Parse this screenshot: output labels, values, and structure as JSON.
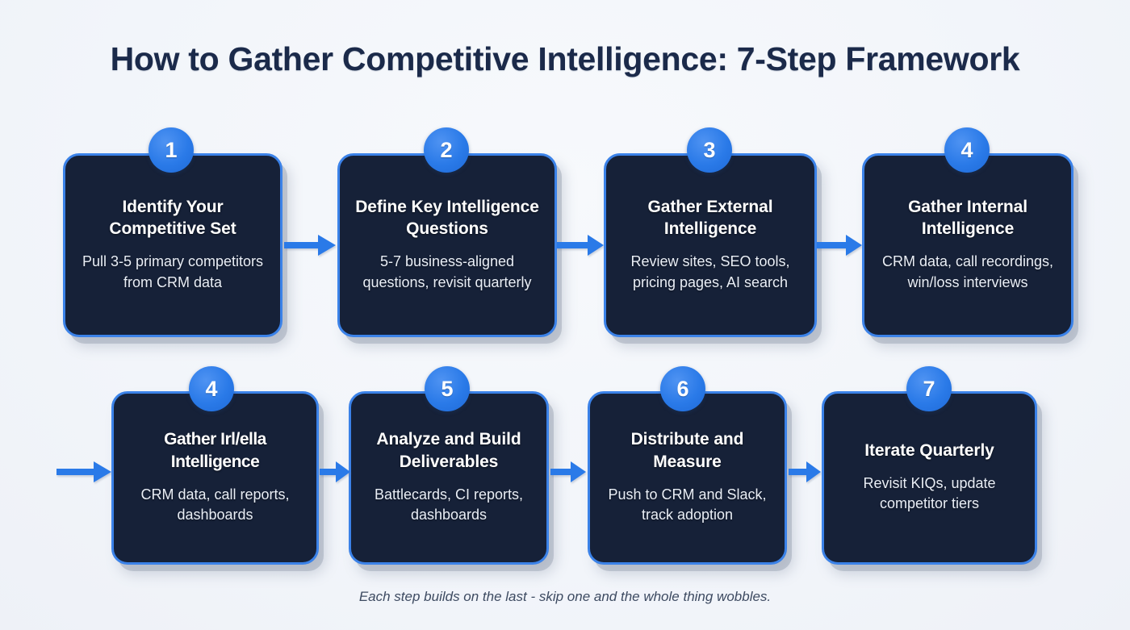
{
  "title": "How to Gather Competitive Intelligence: 7-Step Framework",
  "footer": "Each step builds on the last - skip one and the whole thing wobbles.",
  "colors": {
    "background": "#f4f6fa",
    "card_fill": "#162138",
    "card_border": "#3b82e8",
    "accent_blue": "#2a7ae8",
    "title_navy": "#1b2a4a",
    "card_text": "#ffffff",
    "card_desc_text": "#e9eef6",
    "footer_text": "#3d4a61",
    "shadow_grey": "#96a0af"
  },
  "rows": [
    {
      "cards": [
        {
          "badge": "1",
          "title": "Identify Your Competitive Set",
          "desc": "Pull 3-5 primary competitors from CRM data"
        },
        {
          "badge": "2",
          "title": "Define Key Intelligence Questions",
          "desc": "5-7 business-aligned questions, revisit quarterly"
        },
        {
          "badge": "3",
          "title": "Gather External Intelligence",
          "desc": "Review sites, SEO tools, pricing pages, AI search"
        },
        {
          "badge": "4",
          "title": "Gather Internal Intelligence",
          "desc": "CRM data, call recordings, win/loss interviews"
        }
      ]
    },
    {
      "cards": [
        {
          "badge": "4",
          "title": "Gather Irl/ella Intelligence",
          "desc": "CRM data, call reports, dashboards"
        },
        {
          "badge": "5",
          "title": "Analyze and Build Deliverables",
          "desc": "Battlecards, CI reports, dashboards"
        },
        {
          "badge": "6",
          "title": "Distribute and Measure",
          "desc": "Push to CRM and Slack, track adoption"
        },
        {
          "badge": "7",
          "title": "Iterate Quarterly",
          "desc": "Revisit KIQs, update competitor tiers"
        }
      ]
    }
  ]
}
